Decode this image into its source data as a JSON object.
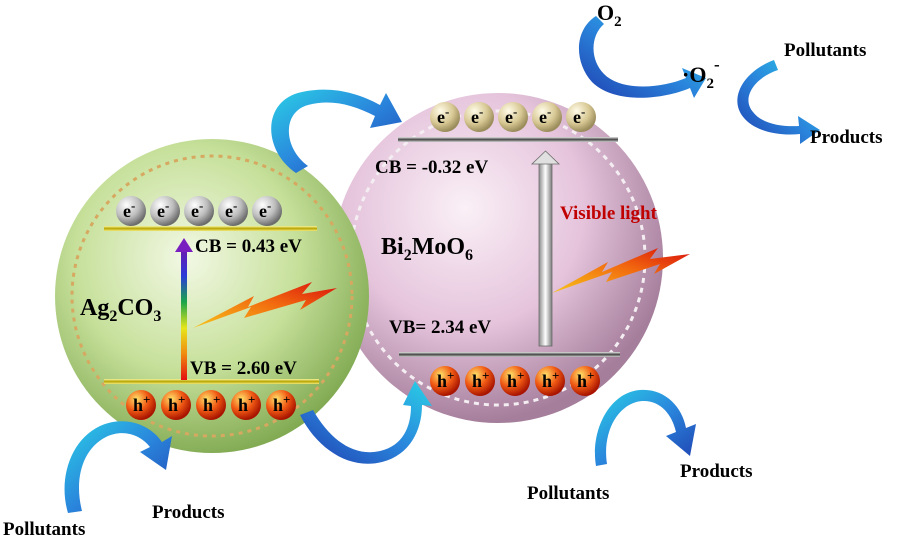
{
  "colors": {
    "ag_sphere": "#b9d98a",
    "bi_sphere": "#e6c3dc",
    "electron": "#c9bd8f",
    "electron_ag": "#a9a9a9",
    "hole": "#e83a10",
    "arrow_blue": "#2d79d6",
    "light_text": "#c00000"
  },
  "ag2co3": {
    "name_main": "Ag",
    "name_sub1": "2",
    "name_mid": "CO",
    "name_sub2": "3",
    "cb": "CB = 0.43 eV",
    "vb": "VB = 2.60 eV",
    "electrons": [
      "e",
      "e",
      "e",
      "e",
      "e"
    ],
    "holes": [
      "h",
      "h",
      "h",
      "h",
      "h"
    ]
  },
  "bi2moo6": {
    "name_main": "Bi",
    "name_sub1": "2",
    "name_mid": "MoO",
    "name_sub2": "6",
    "cb": "CB = -0.32 eV",
    "vb": "VB= 2.34 eV",
    "light": "Visible light",
    "electrons": [
      "e",
      "e",
      "e",
      "e",
      "e"
    ],
    "holes": [
      "h",
      "h",
      "h",
      "h",
      "h"
    ]
  },
  "charges": {
    "electron_sup": "-",
    "hole_sup": "+"
  },
  "species": {
    "o2_main": "O",
    "o2_sub": "2",
    "radical_dot": "·",
    "radical_main": "O",
    "radical_sub": "2",
    "radical_sup": "-"
  },
  "reactions": {
    "top_pollutants": "Pollutants",
    "top_products": "Products",
    "left_pollutants": "Pollutants",
    "left_products": "Products",
    "mid_pollutants": "Pollutants",
    "mid_products": "Products"
  },
  "icons": [
    "electron-particle",
    "hole-particle",
    "lightning-bolt-icon",
    "curved-arrow-icon"
  ]
}
